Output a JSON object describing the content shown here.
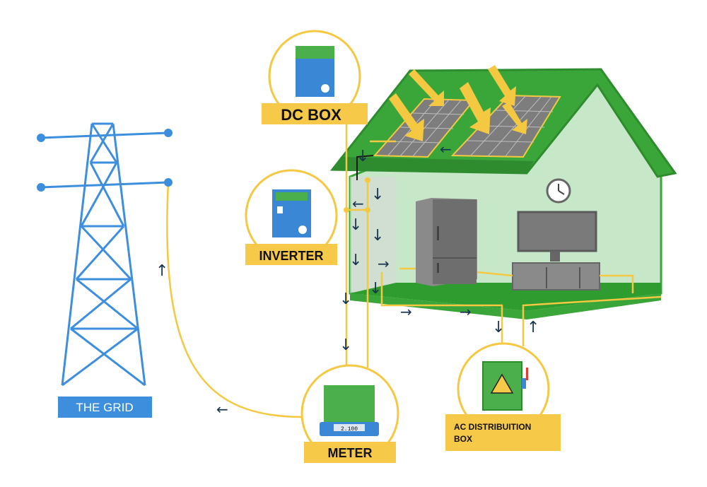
{
  "labels": {
    "dc_box": "DC BOX",
    "inverter": "INVERTER",
    "meter": "METER",
    "grid": "THE GRID",
    "ac_box_line1": "AC DISTRIBUITION",
    "ac_box_line2": "BOX"
  },
  "meter_display": "2.100",
  "flow_arrows": {
    "down": "↓",
    "up": "↑",
    "left": "←",
    "right": "→"
  },
  "colors": {
    "roof": "#3aa63a",
    "roof_dark": "#2e8c2e",
    "wall": "#c6e8c9",
    "tower": "#3d8fde",
    "wire": "#f5c842",
    "device_blue": "#3a87d6",
    "device_green": "#4bb04b",
    "label_bg": "#f7c948",
    "grid_label_bg": "#3d8fde"
  }
}
